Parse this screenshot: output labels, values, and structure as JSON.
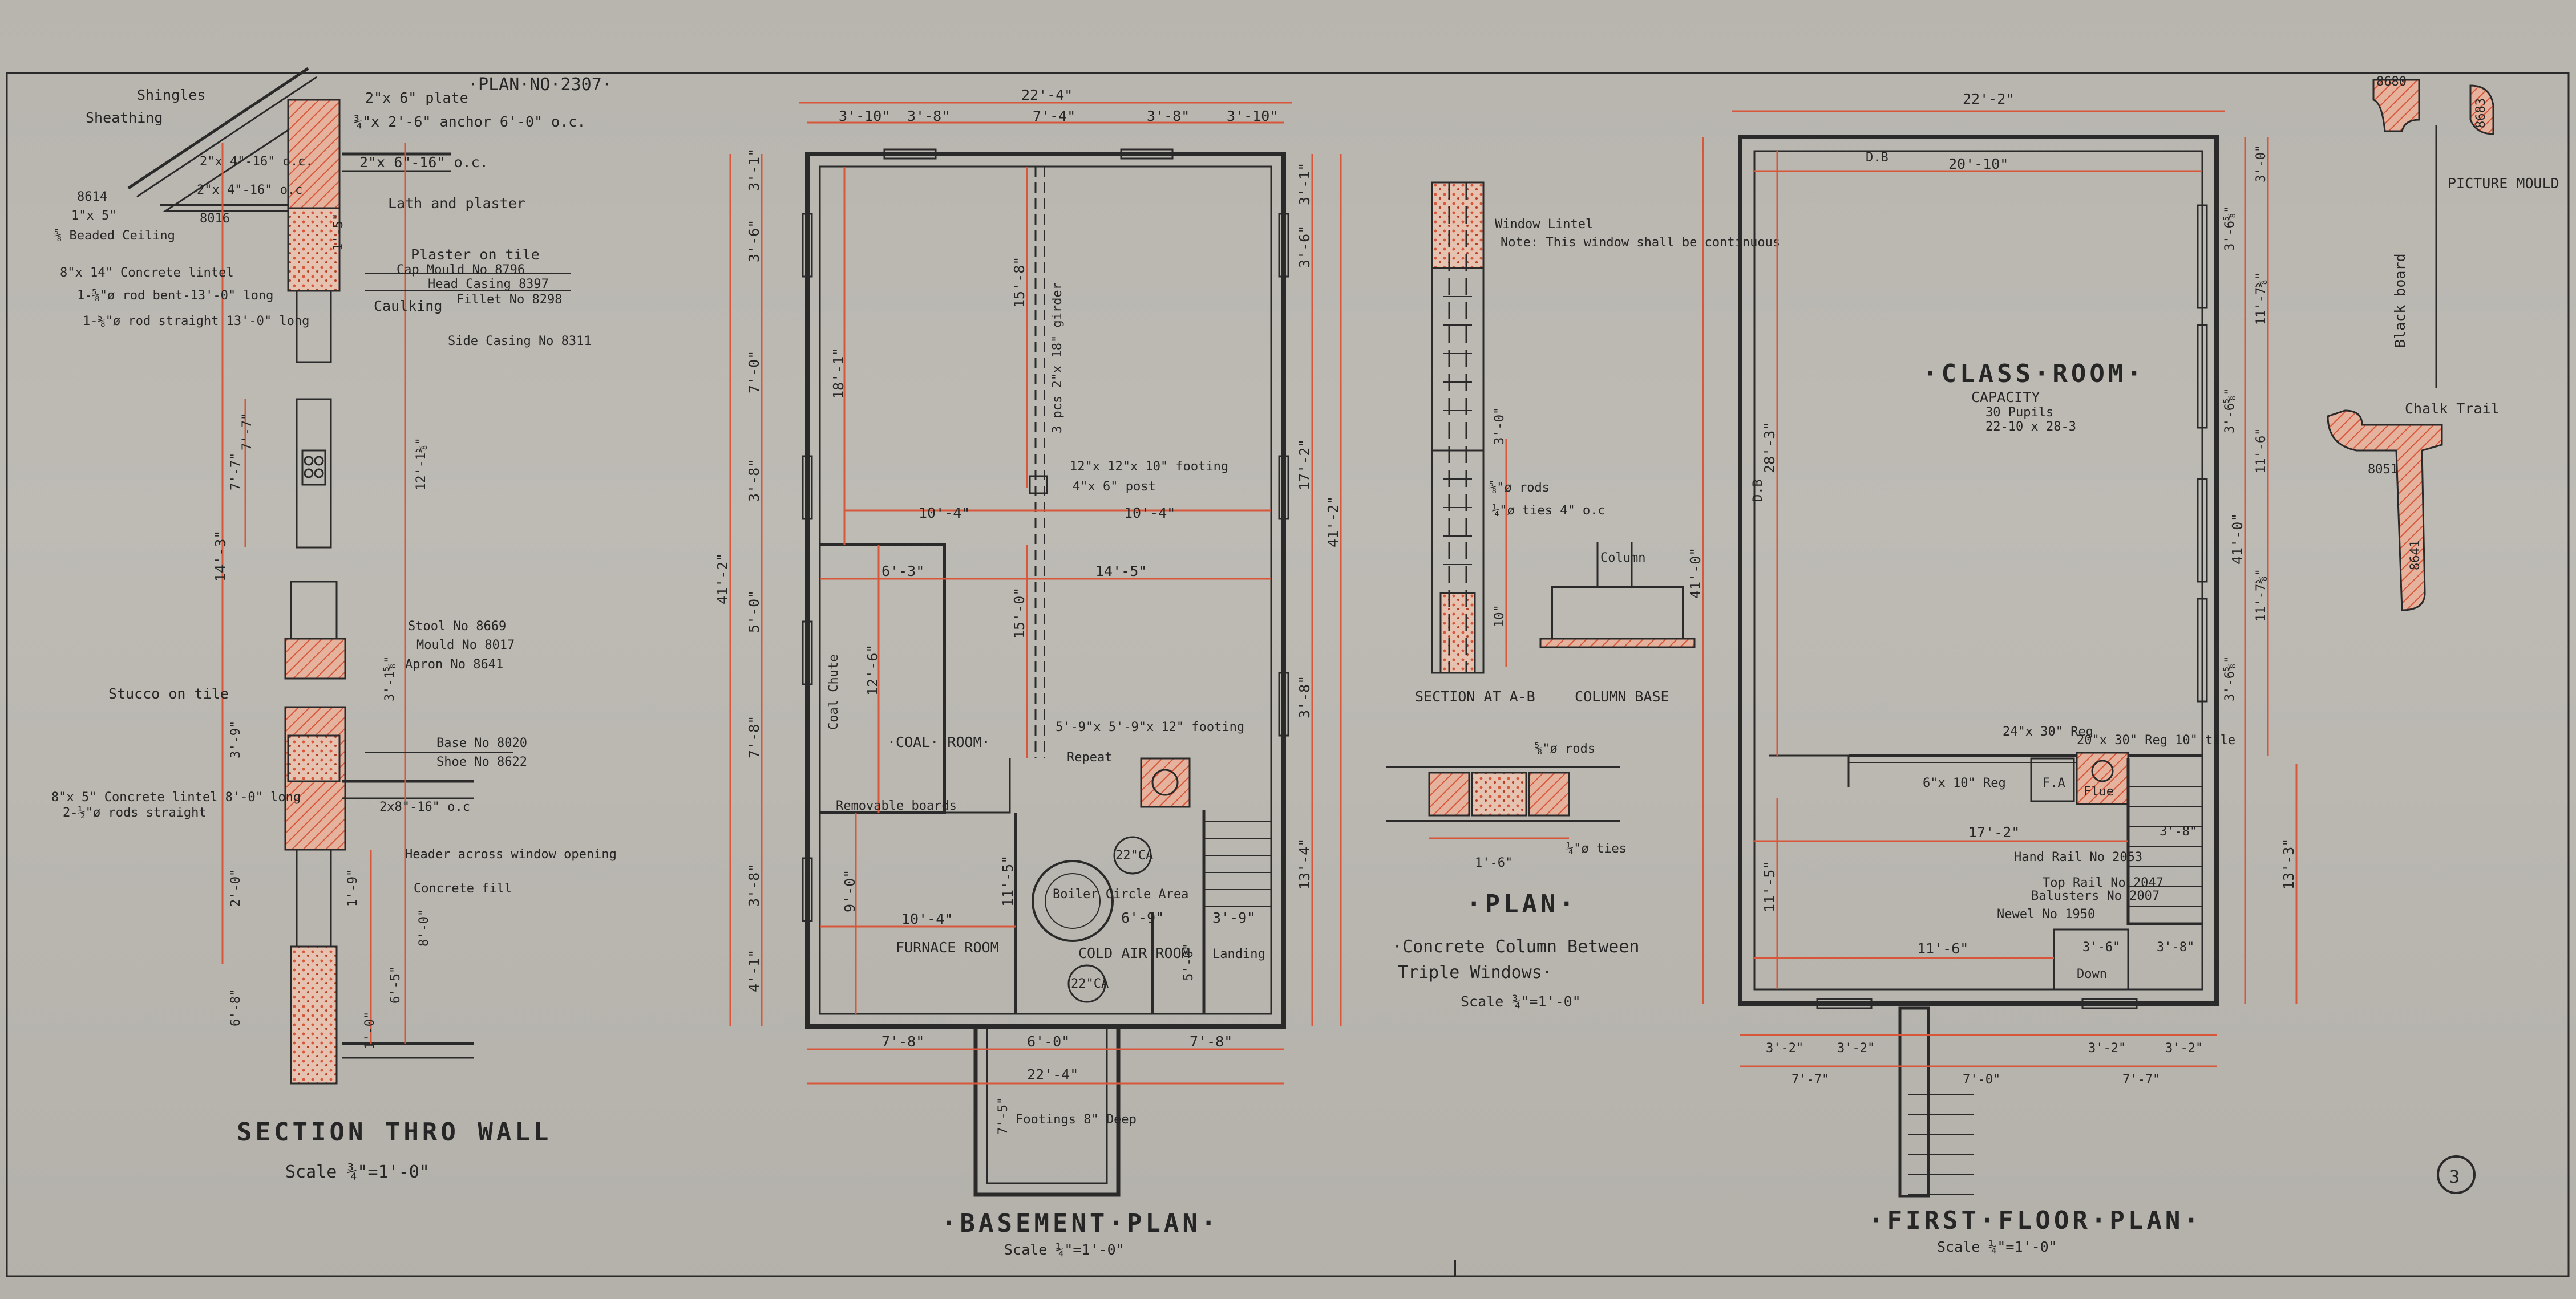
{
  "sheet": {
    "plan_number": "·PLAN·NO·2307·",
    "sheet_number": "3"
  },
  "wall_section": {
    "title": "SECTION THRO WALL",
    "scale": "Scale ¾\"=1'-0\"",
    "labels": {
      "shingles": "Shingles",
      "sheathing": "Sheathing",
      "plate": "2\"x 6\" plate",
      "anchor": "¾\"x 2'-6\" anchor 6'-0\" o.c.",
      "rafter": "2\"x 4\"-16\" o.c.",
      "joist_2x6": "2\"x 6\"-16\" o.c.",
      "m8614": "8614",
      "board_1x5": "1\"x 5\"",
      "beaded_ceiling": "⅝ Beaded Ceiling",
      "m8016": "8016",
      "joist_2x4": "2\"x 4\"-16\" o.c",
      "lath_plaster": "Lath and plaster",
      "plaster_tile": "Plaster on tile",
      "cap_mould": "Cap Mould No 8796",
      "head_casing": "Head Casing 8397",
      "fillet": "Fillet No 8298",
      "concrete_lintel_top": "8\"x 14\" Concrete lintel",
      "rod_bent": "1-⅝\"ø rod bent-13'-0\" long",
      "rod_straight": "1-⅝\"ø rod straight 13'-0\" long",
      "caulking": "Caulking",
      "side_casing": "Side Casing No 8311",
      "stool": "Stool No 8669",
      "mould": "Mould No 8017",
      "apron": "Apron No 8641",
      "stucco": "Stucco on tile",
      "base": "Base No 8020",
      "shoe": "Shoe No 8622",
      "concrete_lintel_bottom": "8\"x 5\" Concrete lintel 8'-0\" long",
      "rods_straight": "2-½\"ø rods straight",
      "joist_2x8": "2x8\"-16\" o.c",
      "header": "Header across window opening",
      "concrete_fill": "Concrete fill"
    },
    "dims": [
      "14'-3\"",
      "7'-7\"",
      "12'-1⅝\"",
      "1'-5\"",
      "3'-1⅝\"",
      "3'-9\"",
      "2'-0\"",
      "1'-9\"",
      "8'-0\"",
      "6'-8\"",
      "6'-5\"",
      "7'-7\"",
      "1'-0\""
    ]
  },
  "basement_plan": {
    "title": "·BASEMENT·PLAN·",
    "scale": "Scale ¼\"=1'-0\"",
    "top_dims": [
      "22'-4\"",
      "3'-10\"",
      "3'-8\"",
      "7'-4\"",
      "3'-8\"",
      "3'-10\""
    ],
    "bottom_dims": [
      "7'-8\"",
      "6'-0\"",
      "7'-8\"",
      "22'-4\""
    ],
    "left_dims": [
      "41'-2\"",
      "3'-1\"",
      "3'-6\"",
      "7'-0\"",
      "3'-8\"",
      "5'-0\"",
      "7'-8\"",
      "3'-8\"",
      "4'-1\""
    ],
    "right_dims": [
      "41'-2\"",
      "17'-2\"",
      "3'-1\"",
      "3'-6\"",
      "3'-8\"",
      "13'-4\""
    ],
    "inner_dims": [
      "18'-1\"",
      "12'-6\"",
      "15'-8\"",
      "15'-0\"",
      "10'-4\"",
      "10'-4\"",
      "6'-3\"",
      "14'-5\"",
      "10'-4\"",
      "9'-0\"",
      "11'-5\"",
      "6'-9\"",
      "3'-9\"",
      "5'-0\"",
      "7'-5\""
    ],
    "labels": {
      "girder": "3 pcs 2\"x 18\" girder",
      "footing_post": "12\"x 12\"x 10\" footing",
      "post": "4\"x 6\" post",
      "coal_chute": "Coal Chute",
      "coal_room": "·COAL· ROOM·",
      "removable_boards": "Removable boards",
      "footing_small": "5'-9\"x 5'-9\"x 12\" footing",
      "repeat": "Repeat",
      "furnace_room": "FURNACE ROOM",
      "cold_air_room": "COLD AIR ROOM",
      "landing": "Landing",
      "smoke_stack": "22\"CA",
      "flue": "22\"CA",
      "footings": "Footings 8\" Deep",
      "boiler": "Boiler Circle Area"
    }
  },
  "column_detail": {
    "title": "·PLAN·",
    "caption_1": "·Concrete Column Between",
    "caption_2": "Triple Windows·",
    "scale": "Scale ¾\"=1'-0\"",
    "section_label": "SECTION AT A-B",
    "base_label": "COLUMN BASE",
    "window_lintel": "Window Lintel",
    "note": "Note: This window shall be continuous",
    "rods": "⅝\"ø rods",
    "ties": "¼\"ø ties 4\" o.c",
    "column": "Column",
    "ties_plan": "¼\"ø ties",
    "rods_plan": "⅝\"ø rods",
    "dims": [
      "1'-6\"",
      "3'-0\"",
      "10\""
    ]
  },
  "first_floor_plan": {
    "title": "·FIRST·FLOOR·PLAN·",
    "scale": "Scale ¼\"=1'-0\"",
    "room_name": "·CLASS·ROOM·",
    "capacity": "CAPACITY",
    "pupils": "30 Pupils",
    "room_size": "22-10 x 28-3",
    "top_dims": [
      "22'-2\"",
      "20'-10\""
    ],
    "bottom_dims": [
      "3'-2\"",
      "3'-2\"",
      "7'-7\"",
      "7'-0\"",
      "7'-7\"",
      "3'-2\"",
      "3'-2\""
    ],
    "right_dims": [
      "41'-0\"",
      "3'-0\"",
      "3'-6⅝\"",
      "11'-7⅝\"",
      "3'-6⅝\"",
      "11'-7⅝\"",
      "3'-6⅝\"",
      "11'-6\"",
      "13'-3\""
    ],
    "left_dims": [
      "41'-0\"",
      "28'-3\"",
      "11'-5\""
    ],
    "inner_dims": [
      "17'-2\"",
      "11'-6\"",
      "3'-8\"",
      "3'-6\"",
      "3'-8\""
    ],
    "labels": {
      "db_top": "D.B",
      "db_left": "D.B",
      "reg_1": "24\"x 30\" Reg",
      "reg_2": "20\"x 30\" Reg 10\" tile",
      "reg_3": "6\"x 10\" Reg",
      "fa": "F.A",
      "flue": "Flue",
      "hand_rail": "Hand Rail No 2053",
      "top_rail": "Top Rail No 2047",
      "balusters": "Balusters No 2007",
      "newel": "Newel No 1950",
      "down": "Down"
    }
  },
  "moulding": {
    "title": "PICTURE MOULD",
    "blackboard": "Black board",
    "chalk_trail": "Chalk Trail",
    "m8680": "8680",
    "m8683": "8683",
    "m8641": "8641",
    "m8051": "8051"
  }
}
